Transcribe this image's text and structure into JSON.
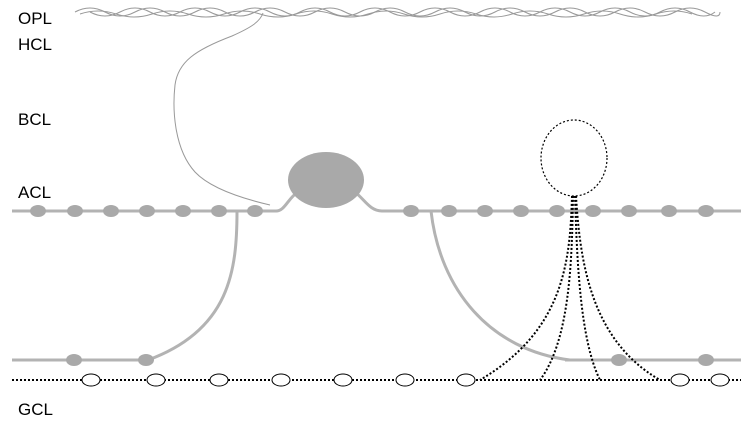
{
  "layers": {
    "opl": "OPL",
    "hcl": "HCL",
    "bcl": "BCL",
    "acl": "ACL",
    "gcl": "GCL"
  },
  "colors": {
    "process_gray": "#b3b3b3",
    "soma_gray": "#a9a9a9",
    "thin_line": "#999999",
    "dotted": "#000000",
    "text": "#000000"
  }
}
